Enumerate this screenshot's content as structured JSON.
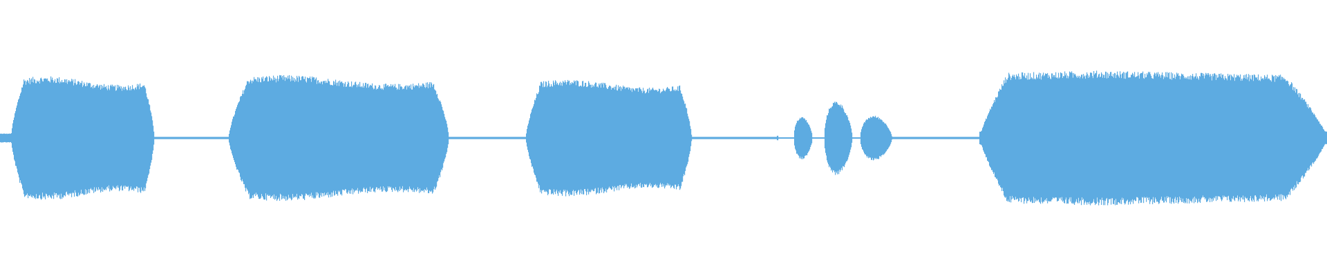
{
  "waveform": {
    "color": "#5dabe1",
    "background": "#ffffff",
    "duration_fraction_note": "",
    "segments": [
      {
        "start": 0.0,
        "end": 0.008,
        "peak": 0.04,
        "shape": "flat"
      },
      {
        "start": 0.008,
        "end": 0.116,
        "peak": 0.55,
        "shape": "plateau"
      },
      {
        "start": 0.116,
        "end": 0.172,
        "peak": 0.01,
        "shape": "flat"
      },
      {
        "start": 0.172,
        "end": 0.338,
        "peak": 0.56,
        "shape": "plateau"
      },
      {
        "start": 0.338,
        "end": 0.396,
        "peak": 0.01,
        "shape": "flat"
      },
      {
        "start": 0.396,
        "end": 0.521,
        "peak": 0.52,
        "shape": "plateau"
      },
      {
        "start": 0.521,
        "end": 0.585,
        "peak": 0.01,
        "shape": "flat"
      },
      {
        "start": 0.585,
        "end": 0.586,
        "peak": 0.02,
        "shape": "blip"
      },
      {
        "start": 0.598,
        "end": 0.612,
        "peak": 0.19,
        "shape": "burst"
      },
      {
        "start": 0.621,
        "end": 0.642,
        "peak": 0.33,
        "shape": "burst"
      },
      {
        "start": 0.648,
        "end": 0.672,
        "peak": 0.2,
        "shape": "burst"
      },
      {
        "start": 0.672,
        "end": 0.738,
        "peak": 0.01,
        "shape": "flat"
      },
      {
        "start": 0.738,
        "end": 1.0,
        "peak": 0.6,
        "shape": "long"
      }
    ]
  }
}
